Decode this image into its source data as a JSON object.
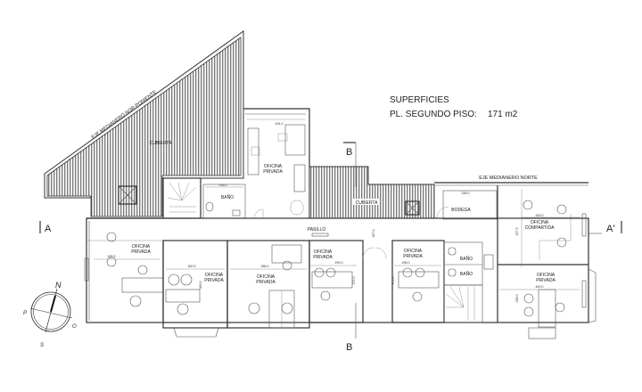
{
  "surfaces": {
    "title": "SUPERFICIES",
    "floor_label": "PL. SEGUNDO PISO:",
    "floor_area": "171 m2"
  },
  "boundaries": {
    "north_west": "EJE MEDIANERO NOR-PONIENTE",
    "north": "EJE MEDIANERO NORTE"
  },
  "sections": {
    "a_left": "A",
    "a_right": "A'",
    "b_top": "B",
    "b_bottom": "B"
  },
  "rooms": {
    "cubierta_left": "CUBIERTA",
    "cubierta_mid": "CUBIERTA",
    "office_upper_1": "OFICINA",
    "office_upper_2": "PRIVADA",
    "bano_upper": "BAÑO",
    "pasillo": "PASILLO",
    "bodega": "BODEGA",
    "shared_1": "OFICINA",
    "shared_2": "COMPARTIDA",
    "office_a_1": "OFICINA",
    "office_a_2": "PRIVADA",
    "office_b_1": "OFICINA",
    "office_b_2": "PRIVADA",
    "office_c_1": "OFICINA",
    "office_c_2": "PRIVADA",
    "office_d_1": "OFICINA",
    "office_d_2": "PRIVADA",
    "office_e_1": "OFICINA",
    "office_e_2": "PRIVADA",
    "office_f_1": "OFICINA",
    "office_f_2": "PRIVADA",
    "bano_1": "BAÑO",
    "bano_2": "BAÑO"
  },
  "dimensions": {
    "d1": "254.0",
    "d2": "195.0",
    "d3": "305.5",
    "d4": "300.5",
    "d5": "360.0",
    "d6": "388.0",
    "d7": "290.0",
    "d8": "295.0",
    "d9": "400.0",
    "d10": "400.0",
    "d11": "337.5",
    "d12": "372.0",
    "d13": "372.0",
    "d14": "387.0",
    "d15": "295.0"
  },
  "compass": {
    "n": "N",
    "s": "S",
    "p": "P",
    "o": "O"
  }
}
